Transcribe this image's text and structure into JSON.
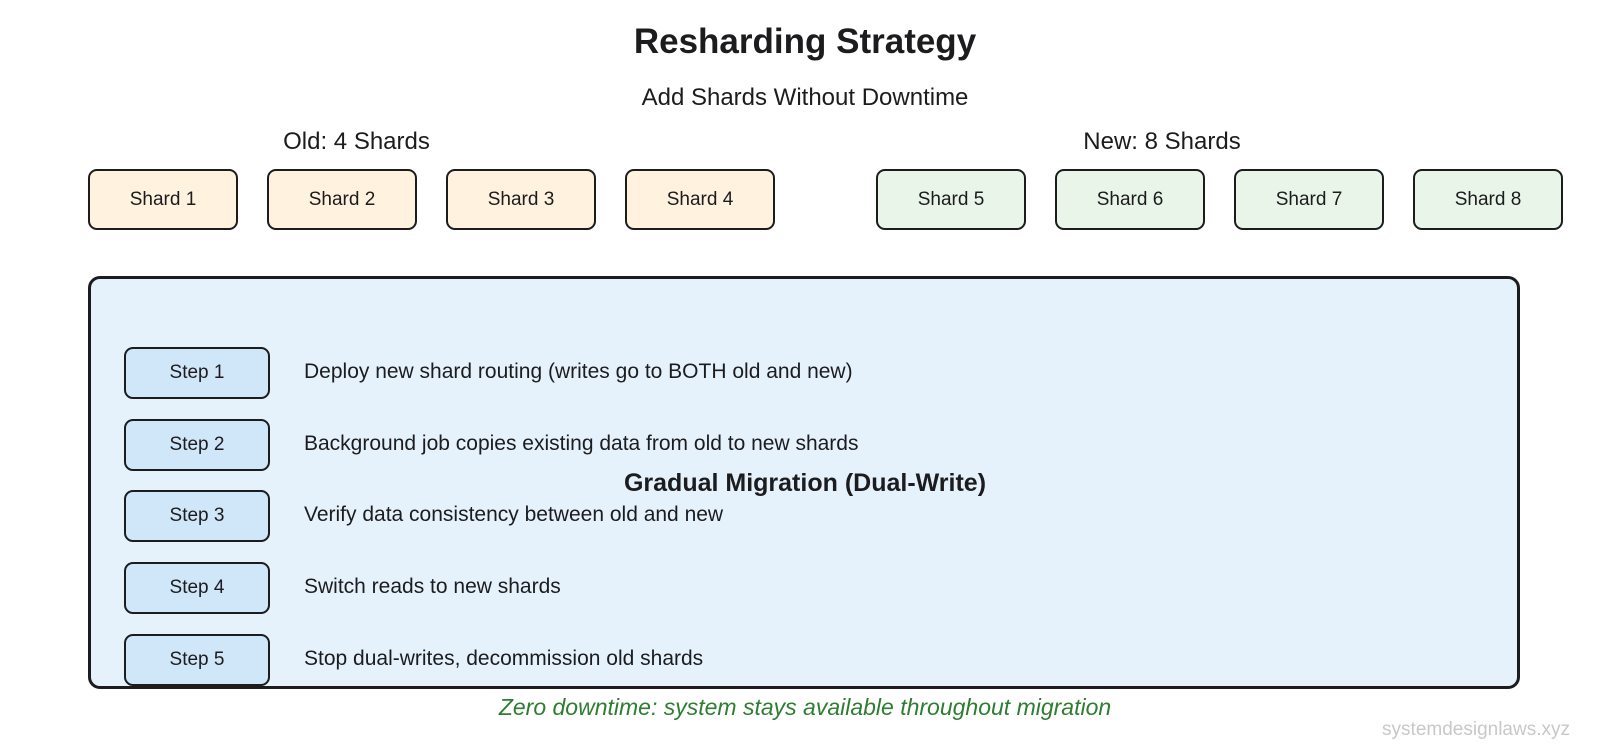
{
  "title": "Resharding Strategy",
  "subtitle": "Add Shards Without Downtime",
  "old_group": {
    "label": "Old: 4 Shards",
    "color": "#fff2df",
    "shards": [
      "Shard 1",
      "Shard 2",
      "Shard 3",
      "Shard 4"
    ]
  },
  "new_group": {
    "label": "New: 8 Shards",
    "color": "#e8f5e8",
    "shards": [
      "Shard 5",
      "Shard 6",
      "Shard 7",
      "Shard 8"
    ]
  },
  "migration": {
    "title": "Gradual Migration (Dual-Write)",
    "background": "#e5f2fc",
    "steps": [
      {
        "label": "Step 1",
        "description": "Deploy new shard routing (writes go to BOTH old and new)"
      },
      {
        "label": "Step 2",
        "description": "Background job copies existing data from old to new shards"
      },
      {
        "label": "Step 3",
        "description": "Verify data consistency between old and new"
      },
      {
        "label": "Step 4",
        "description": "Switch reads to new shards"
      },
      {
        "label": "Step 5",
        "description": "Stop dual-writes, decommission old shards"
      }
    ]
  },
  "footer_note": {
    "text": "Zero downtime: system stays available throughout migration",
    "color": "#2e7d32"
  },
  "watermark": {
    "text": "systemdesignlaws.xyz",
    "color": "#c8c8c8"
  }
}
